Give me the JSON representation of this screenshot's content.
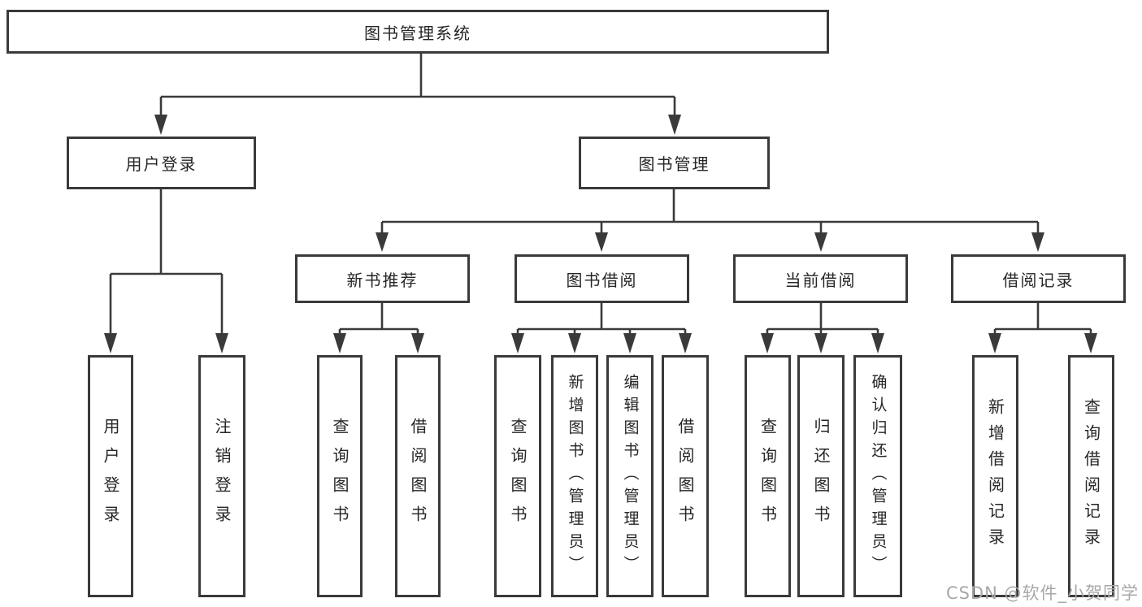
{
  "diagram_type": "tree-diagram",
  "colors": {
    "line": "#3a3a3a",
    "box_fill": "#ffffff",
    "text": "#262626",
    "watermark": "#a8a8a8"
  },
  "nodes": {
    "root": "图书管理系统",
    "user_login": "用户登录",
    "book_management": "图书管理",
    "new_book_recommend": "新书推荐",
    "book_borrow": "图书借阅",
    "current_borrow": "当前借阅",
    "borrow_records": "借阅记录",
    "leaf_user_login": "用户登录",
    "leaf_logout": "注销登录",
    "leaf_nb_query": "查询图书",
    "leaf_nb_borrow": "借阅图书",
    "leaf_bb_query": "查询图书",
    "leaf_bb_add": "新增图书（管理员）",
    "leaf_bb_edit": "编辑图书（管理员）",
    "leaf_bb_borrow": "借阅图书",
    "leaf_cb_query": "查询图书",
    "leaf_cb_return": "归还图书",
    "leaf_cb_confirm": "确认归还（管理员）",
    "leaf_rec_add": "新增借阅记录",
    "leaf_rec_query": "查询借阅记录"
  },
  "watermark": {
    "text": "CSDN @软件_小贺同学"
  }
}
